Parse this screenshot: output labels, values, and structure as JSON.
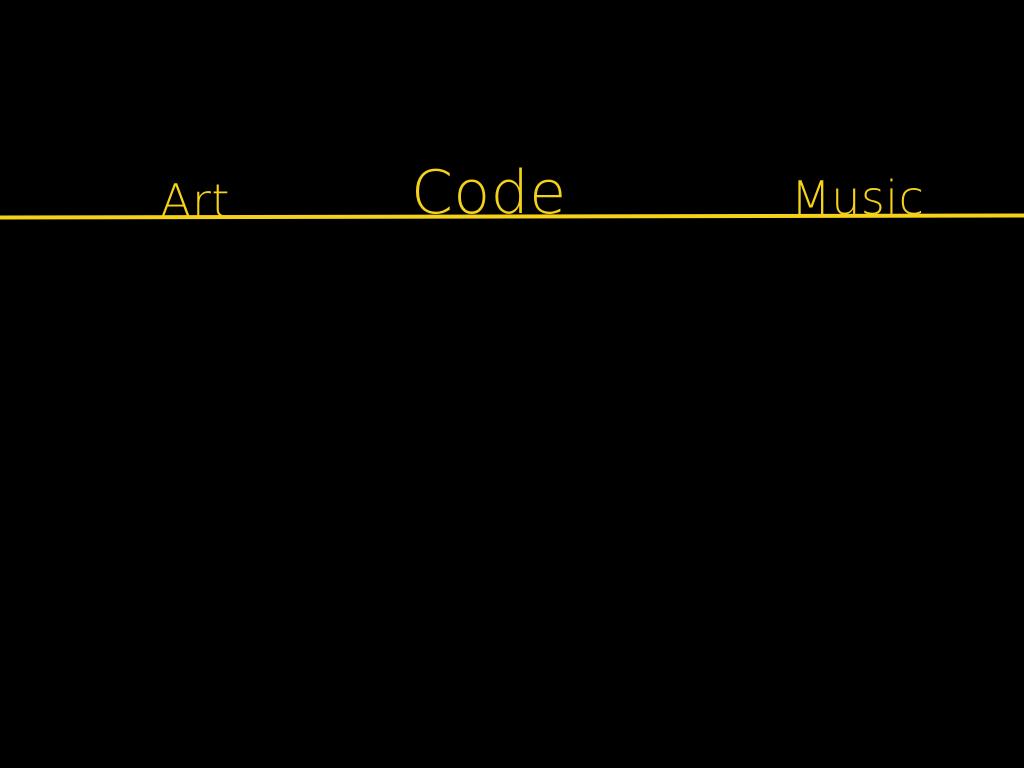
{
  "nav": {
    "items": [
      {
        "label": "Art"
      },
      {
        "label": "Code"
      },
      {
        "label": "Music"
      }
    ]
  },
  "colors": {
    "background": "#000000",
    "accent": "#f5d21a"
  }
}
